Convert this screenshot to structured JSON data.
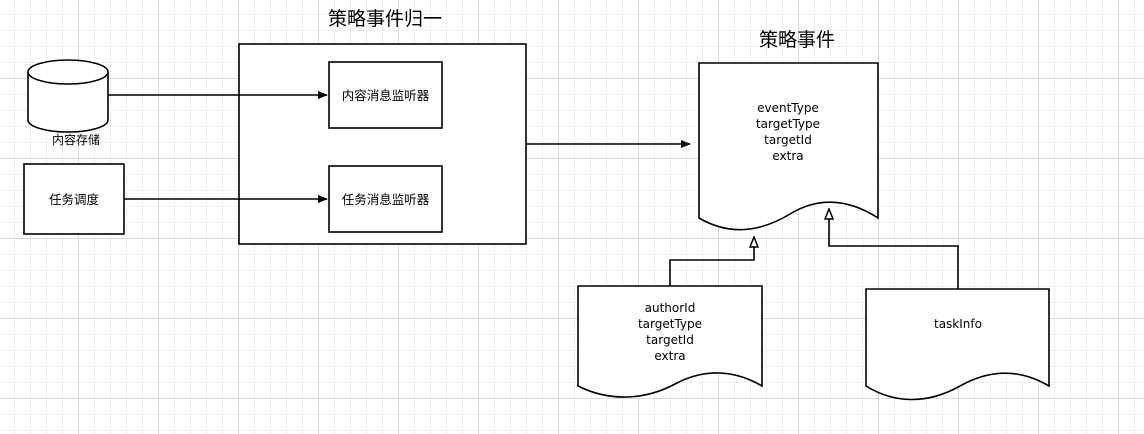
{
  "diagram": {
    "group_title": "策略事件归一",
    "event_title": "策略事件",
    "db_label": "内容存储",
    "scheduler_label": "任务调度",
    "content_listener_label": "内容消息监听器",
    "task_listener_label": "任务消息监听器",
    "event_doc": {
      "lines": [
        "eventType",
        "targetType",
        "targetId",
        "extra"
      ]
    },
    "content_doc": {
      "lines": [
        "authorId",
        "targetType",
        "targetId",
        "extra"
      ]
    },
    "task_doc": {
      "lines": [
        "taskInfo"
      ]
    }
  },
  "colors": {
    "stroke": "#000000",
    "fill": "#ffffff",
    "grid": "#d9d9d9"
  }
}
